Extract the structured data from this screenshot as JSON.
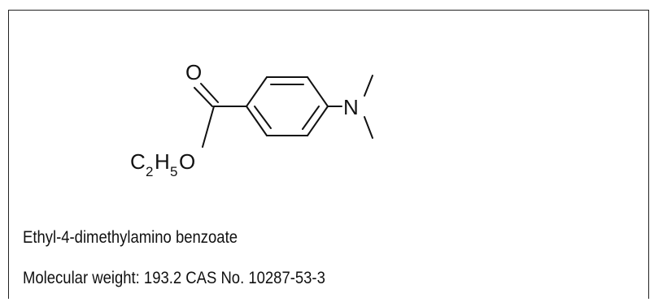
{
  "structure": {
    "oxygen_carbonyl": "O",
    "oxygen_ester": "O",
    "ethyl_c": "C",
    "ethyl_c_sub": "2",
    "ethyl_h": "H",
    "ethyl_h_sub": "5",
    "nitrogen": "N"
  },
  "caption": {
    "compound_name": "Ethyl-4-dimethylamino benzoate",
    "properties": "Molecular weight: 193.2 CAS No. 10287-53-3"
  },
  "colors": {
    "ink": "#111111",
    "border": "#222222",
    "background": "#ffffff"
  }
}
